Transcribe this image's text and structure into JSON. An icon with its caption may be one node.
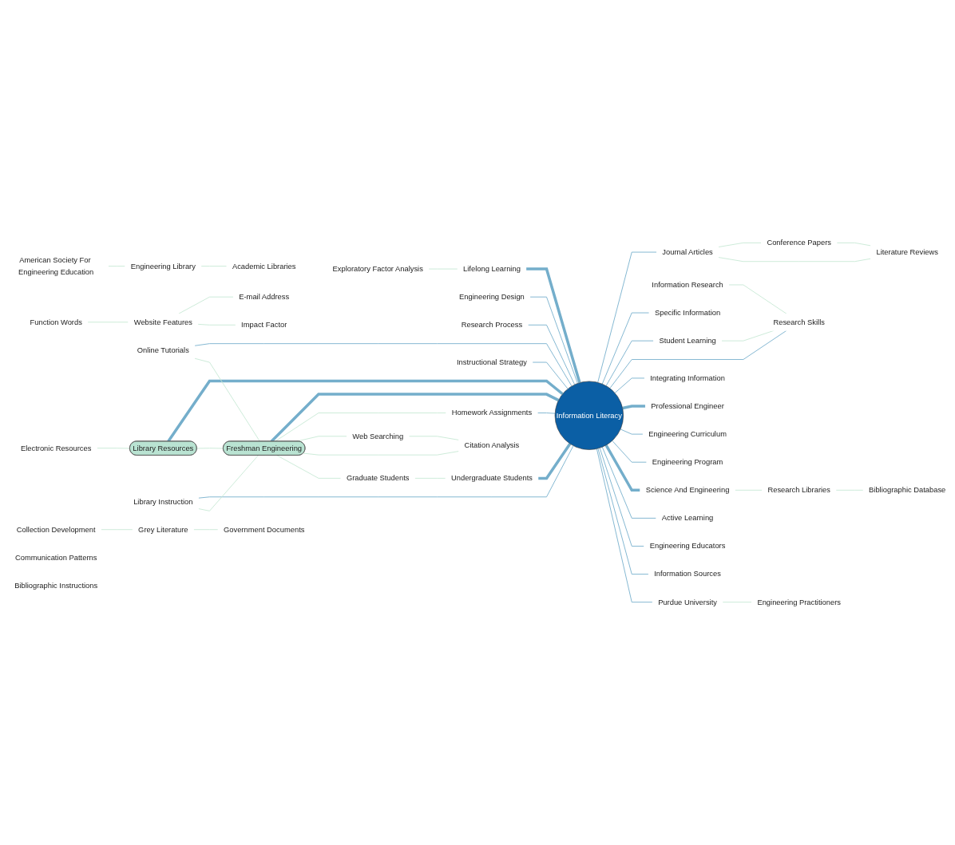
{
  "diagram": {
    "nodes": [
      {
        "text": [
          "Conference Papers"
        ]
      },
      {
        "text": [
          "Literature Reviews"
        ]
      },
      {
        "text": [
          "Journal Articles"
        ]
      },
      {
        "text": [
          "American Society For Engineering Education"
        ]
      },
      {
        "text": [
          "Engineering Library"
        ]
      },
      {
        "text": [
          "Academic Libraries"
        ]
      },
      {
        "text": [
          "Exploratory Factor Analysis"
        ]
      },
      {
        "text": [
          "Information Research"
        ]
      },
      {
        "text": [
          "Student Learning"
        ]
      },
      {
        "text": [
          "Lifelong Learning"
        ]
      },
      {
        "text": [
          "Engineering Design"
        ]
      },
      {
        "text": [
          "Research Skills"
        ]
      },
      {
        "text": [
          "Specific Information"
        ]
      },
      {
        "text": [
          "Integrating Information"
        ]
      },
      {
        "text": [
          "Research Process"
        ]
      },
      {
        "text": [
          "Professional Engineer"
        ]
      },
      {
        "text": [
          "Function Words"
        ]
      },
      {
        "text": [
          "Website Features"
        ]
      },
      {
        "text": [
          "Online Tutorials"
        ]
      },
      {
        "text": [
          "Engineering Curriculum"
        ]
      },
      {
        "text": [
          "Electronic Resources"
        ]
      },
      {
        "text": [
          "E-mail Address"
        ]
      },
      {
        "text": [
          "Information Literacy"
        ]
      },
      {
        "text": [
          "Impact Factor"
        ]
      },
      {
        "text": [
          "Library Resources"
        ]
      },
      {
        "text": [
          "Engineering Program"
        ]
      },
      {
        "text": [
          "Active Learning"
        ]
      },
      {
        "text": [
          "Library Instruction"
        ]
      },
      {
        "text": [
          "Science And Engineering"
        ]
      },
      {
        "text": [
          "Engineering Educators"
        ]
      },
      {
        "text": [
          "Freshman Engineering"
        ]
      },
      {
        "text": [
          "Research Libraries"
        ]
      },
      {
        "text": [
          "Bibliographic Database"
        ]
      },
      {
        "text": [
          "Homework Assignments"
        ]
      },
      {
        "text": [
          "Information Sources"
        ]
      },
      {
        "text": [
          "Web Searching"
        ]
      },
      {
        "text": [
          "Instructional Strategy"
        ]
      },
      {
        "text": [
          "Collection Development"
        ]
      },
      {
        "text": [
          "Citation Analysis"
        ]
      },
      {
        "text": [
          "Undergraduate Students"
        ]
      },
      {
        "text": [
          "Grey Literature"
        ]
      },
      {
        "text": [
          "Purdue University"
        ]
      },
      {
        "text": [
          "Graduate Students"
        ]
      },
      {
        "text": [
          "Government Documents"
        ]
      },
      {
        "text": [
          "Engineering Practitioners"
        ]
      },
      {
        "text": [
          "Communication Patterns"
        ]
      },
      {
        "text": [
          "Bibliographic Instructions"
        ]
      }
    ],
    "edges": [
      {
        "from": 22,
        "to": 2,
        "arrow": "none"
      },
      {
        "from": 9,
        "to": 22,
        "arrow": "none",
        "style": "thick"
      },
      {
        "from": 10,
        "to": 22,
        "arrow": "none"
      },
      {
        "from": 14,
        "to": 22,
        "arrow": "none"
      },
      {
        "from": 22,
        "to": 12,
        "arrow": "none"
      },
      {
        "from": 22,
        "to": 8,
        "arrow": "none"
      },
      {
        "from": 22,
        "to": 11,
        "arrow": "none"
      },
      {
        "from": 22,
        "to": 13,
        "arrow": "none"
      },
      {
        "from": 22,
        "to": 15,
        "arrow": "none",
        "style": "thick"
      },
      {
        "from": 22,
        "to": 19,
        "arrow": "none"
      },
      {
        "from": 22,
        "to": 25,
        "arrow": "none"
      },
      {
        "from": 22,
        "to": 28,
        "arrow": "none",
        "style": "thick"
      },
      {
        "from": 22,
        "to": 26,
        "arrow": "none"
      },
      {
        "from": 22,
        "to": 29,
        "arrow": "none"
      },
      {
        "from": 22,
        "to": 34,
        "arrow": "none"
      },
      {
        "from": 36,
        "to": 22,
        "arrow": "none"
      },
      {
        "from": 22,
        "to": 41,
        "arrow": "none"
      },
      {
        "from": 39,
        "to": 22,
        "arrow": "none",
        "style": "thick"
      },
      {
        "from": 33,
        "to": 22,
        "arrow": "none"
      },
      {
        "from": 30,
        "to": 22,
        "arrow": "none",
        "style": "thick"
      },
      {
        "from": 27,
        "to": 22,
        "arrow": "none"
      },
      {
        "from": 24,
        "to": 22,
        "arrow": "none",
        "style": "thick"
      },
      {
        "from": 18,
        "to": 22,
        "arrow": "none"
      },
      {
        "from": 0,
        "to": 1,
        "arrow": "none",
        "color": "#c6e8d4"
      },
      {
        "from": 2,
        "to": 0,
        "arrow": "none",
        "color": "#c6e8d4"
      },
      {
        "from": 2,
        "to": 1,
        "arrow": "none",
        "color": "#c6e8d4"
      },
      {
        "from": 3,
        "to": 4,
        "arrow": "none",
        "color": "#c6e8d4"
      },
      {
        "from": 4,
        "to": 5,
        "arrow": "none",
        "color": "#c6e8d4"
      },
      {
        "from": 6,
        "to": 9,
        "arrow": "none",
        "color": "#c6e8d4"
      },
      {
        "from": 8,
        "to": 11,
        "arrow": "none",
        "color": "#c6e8d4"
      },
      {
        "from": 7,
        "to": 11,
        "arrow": "none",
        "color": "#c6e8d4"
      },
      {
        "from": 16,
        "to": 17,
        "arrow": "none",
        "color": "#c6e8d4"
      },
      {
        "from": 17,
        "to": 21,
        "arrow": "none",
        "color": "#c6e8d4"
      },
      {
        "from": 17,
        "to": 23,
        "arrow": "none",
        "color": "#c6e8d4"
      },
      {
        "from": 28,
        "to": 31,
        "arrow": "none",
        "color": "#c6e8d4"
      },
      {
        "from": 31,
        "to": 32,
        "arrow": "none",
        "color": "#c6e8d4"
      },
      {
        "from": 41,
        "to": 44,
        "arrow": "none",
        "color": "#c6e8d4"
      },
      {
        "from": 37,
        "to": 40,
        "arrow": "none",
        "color": "#c6e8d4"
      },
      {
        "from": 40,
        "to": 43,
        "arrow": "none",
        "color": "#c6e8d4"
      },
      {
        "from": 18,
        "to": 30,
        "arrow": "none",
        "color": "#c6e8d4"
      },
      {
        "from": 20,
        "to": 24,
        "arrow": "none",
        "color": "#c6e8d4"
      },
      {
        "from": 24,
        "to": 30,
        "arrow": "none",
        "color": "#c6e8d4"
      },
      {
        "from": 27,
        "to": 30,
        "arrow": "none",
        "color": "#c6e8d4"
      },
      {
        "from": 30,
        "to": 33,
        "arrow": "none",
        "color": "#c6e8d4"
      },
      {
        "from": 30,
        "to": 35,
        "arrow": "none",
        "color": "#c6e8d4"
      },
      {
        "from": 30,
        "to": 38,
        "arrow": "none",
        "color": "#c6e8d4"
      },
      {
        "from": 35,
        "to": 38,
        "arrow": "none",
        "color": "#c6e8d4"
      },
      {
        "from": 30,
        "to": 42,
        "arrow": "none",
        "color": "#c6e8d4"
      },
      {
        "from": 42,
        "to": 39,
        "arrow": "none",
        "color": "#c6e8d4"
      }
    ]
  }
}
